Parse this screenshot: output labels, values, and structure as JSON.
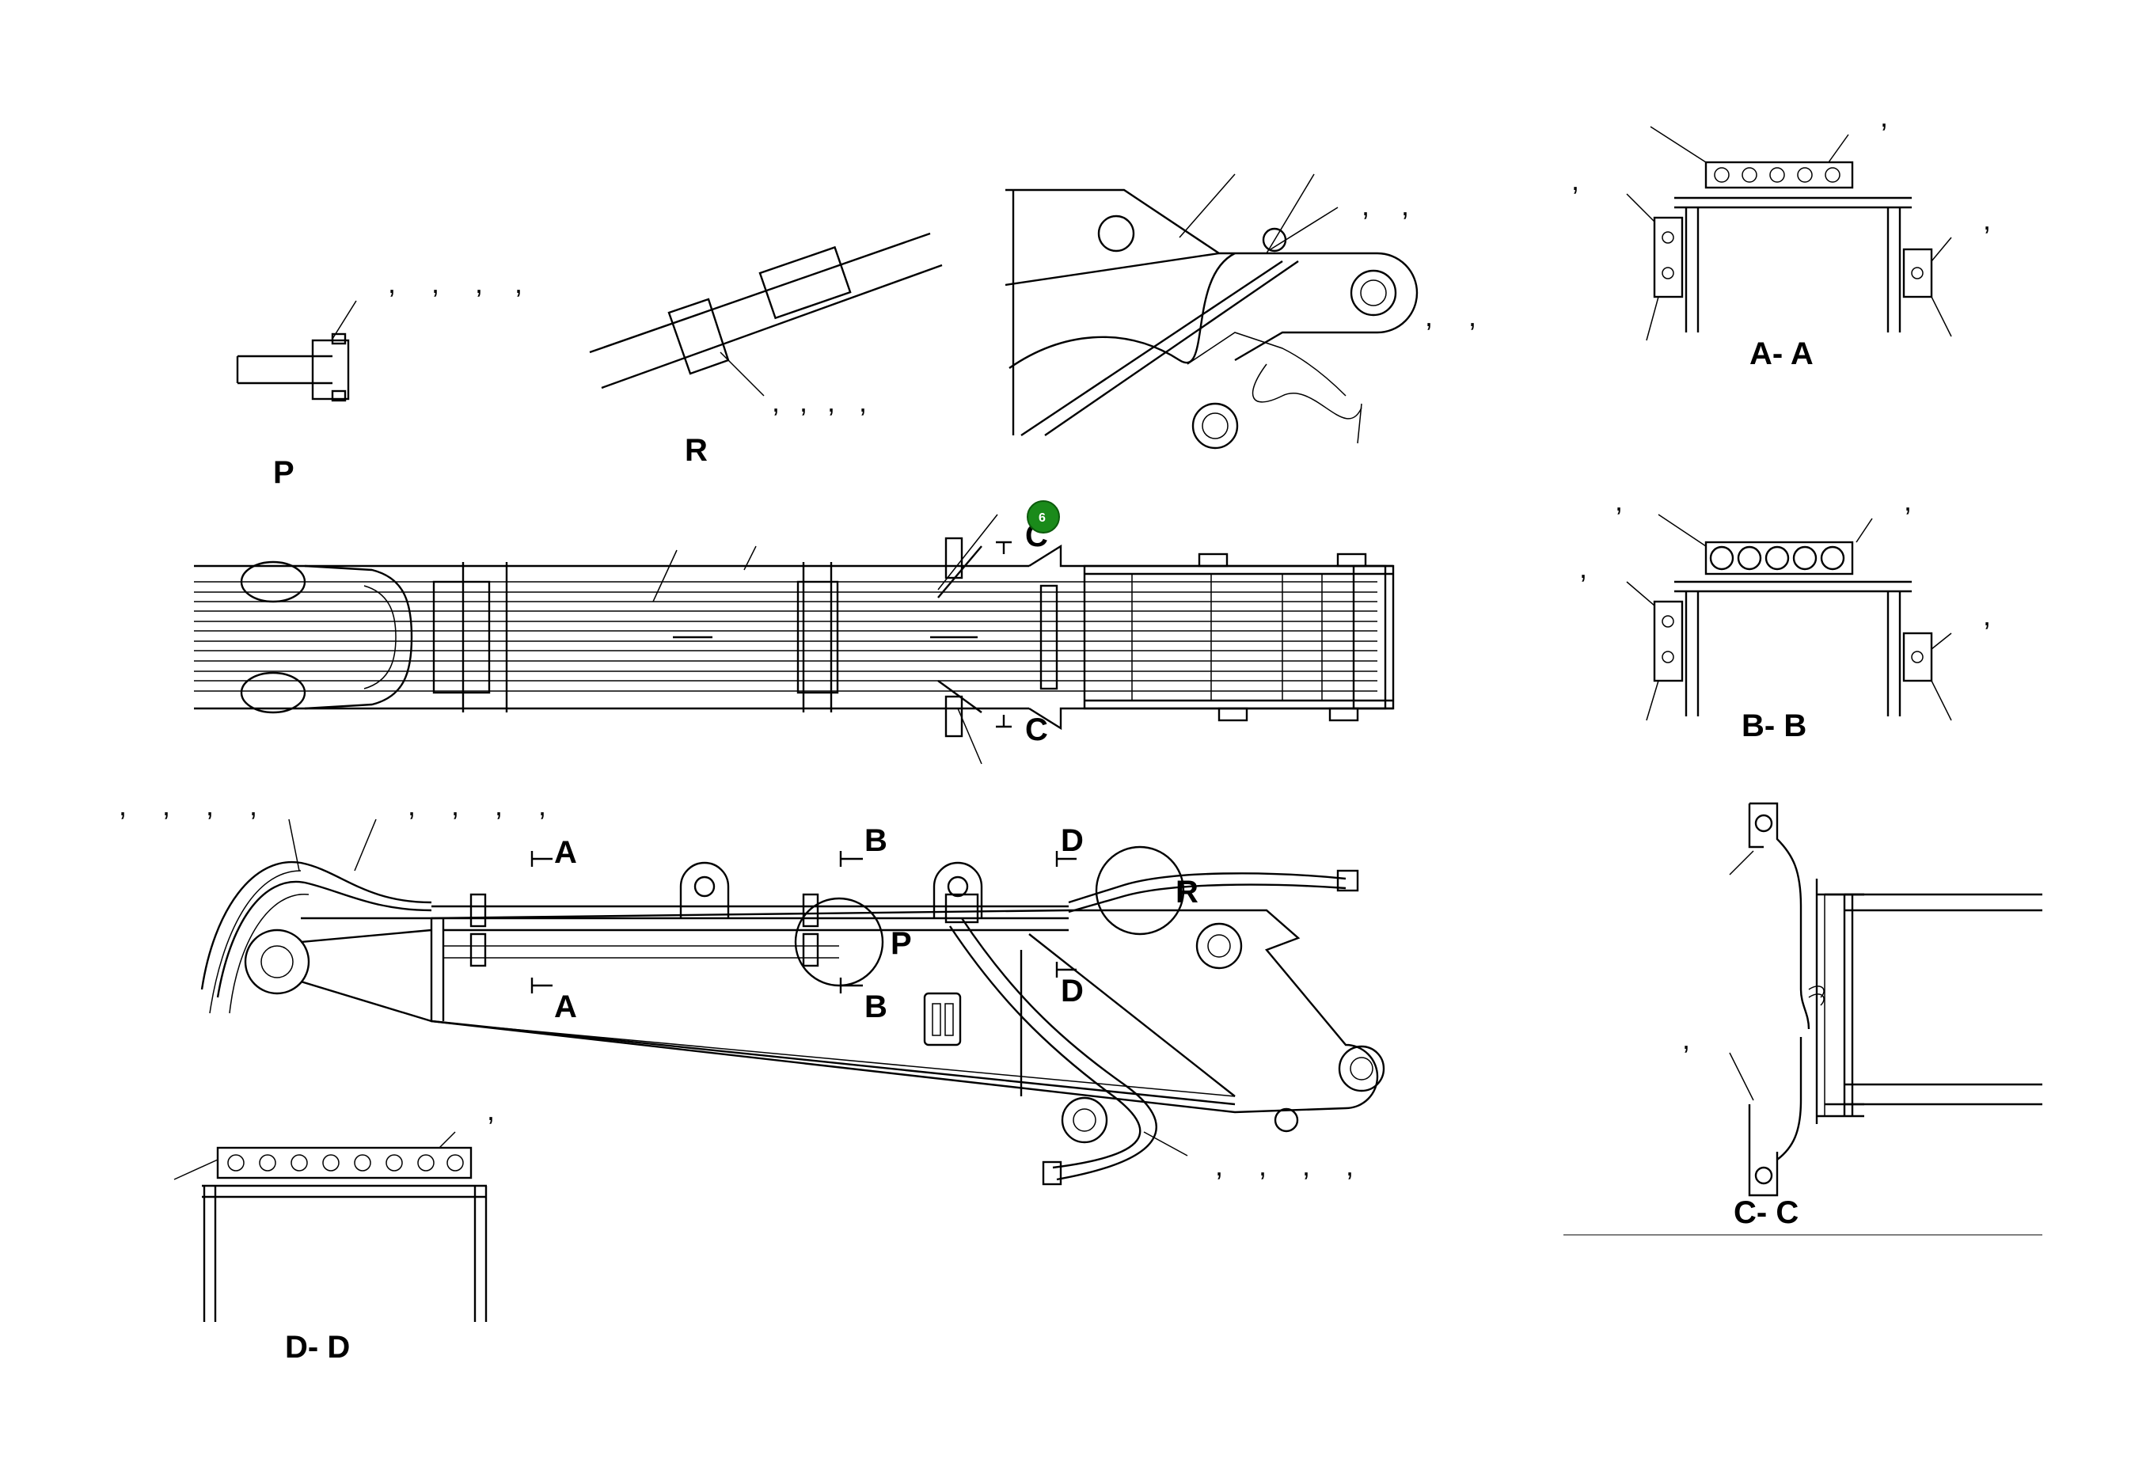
{
  "views": {
    "P": "P",
    "R": "R",
    "AA": "A- A",
    "BB": "B- B",
    "CC": "C- C",
    "DD": "D- D"
  },
  "section_marks": {
    "A": "A",
    "B": "B",
    "C": "C",
    "D": "D",
    "P": "P",
    "R": "R"
  },
  "callout_marker": {
    "label": "6",
    "color": "#1a8a1a"
  },
  "callout_separator": ","
}
